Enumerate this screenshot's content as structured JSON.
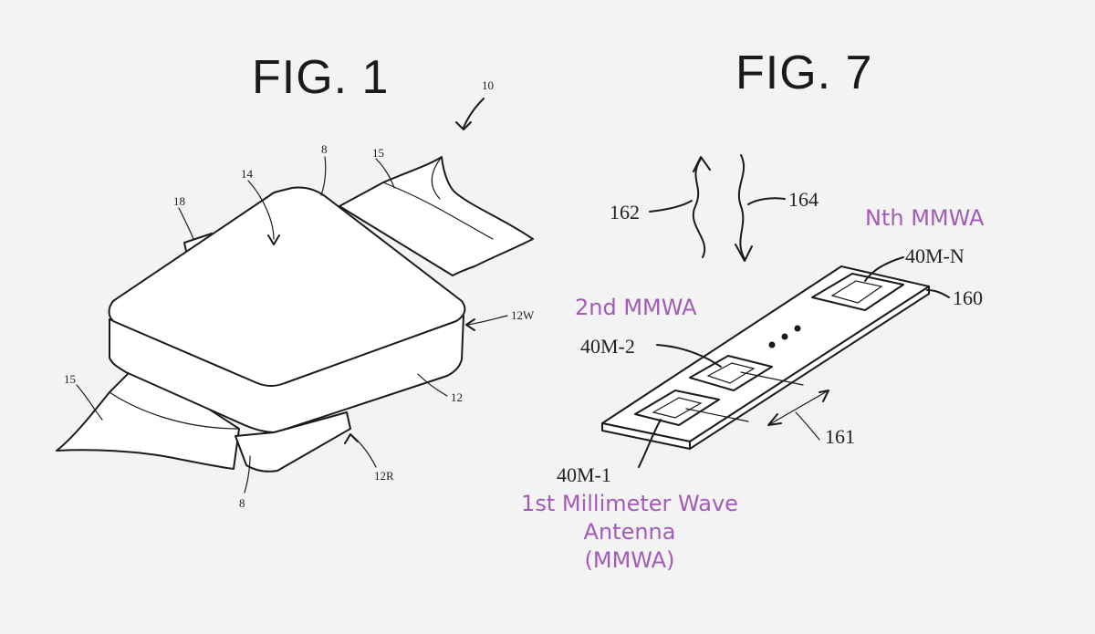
{
  "figures": {
    "fig1": {
      "title": "FIG. 1",
      "refs": {
        "r10": "10",
        "r8a": "8",
        "r15a": "15",
        "r14": "14",
        "r18": "18",
        "r12w": "12W",
        "r15b": "15",
        "r12": "12",
        "r12r": "12R",
        "r8b": "8"
      }
    },
    "fig7": {
      "title": "FIG. 7",
      "refs": {
        "r162": "162",
        "r164": "164",
        "r40mn": "40M-N",
        "r160": "160",
        "r40m2": "40M-2",
        "r161": "161",
        "r40m1": "40M-1"
      },
      "annotations": {
        "nth": "Nth MMWA",
        "second": "2nd MMWA",
        "first_line1": "1st Millimeter Wave",
        "first_line2": "Antenna",
        "first_line3": "(MMWA)"
      },
      "annotation_color": "#a35bb8"
    }
  }
}
